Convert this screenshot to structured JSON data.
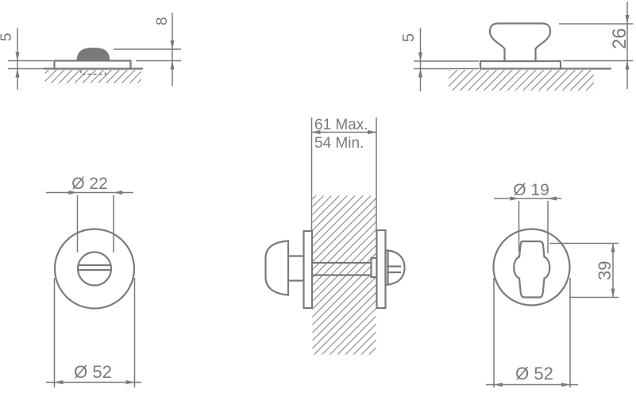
{
  "title": "Thumbturn and emergency release rose - dimensioned technical drawing",
  "colors": {
    "line": "#7a7a7a",
    "background": "#ffffff"
  },
  "views": {
    "release_side": {
      "name": "Emergency release side elevation",
      "label_thickness": "5",
      "label_height": "8"
    },
    "knob_side": {
      "name": "Thumbturn knob side elevation",
      "label_thickness": "5",
      "label_height": "26"
    },
    "release_front": {
      "name": "Emergency release front view",
      "label_hole": "Ø 22",
      "label_rose": "Ø 52"
    },
    "door_section": {
      "name": "Door cross-section with spindle",
      "label_max": "61 Max.",
      "label_min": "54 Min."
    },
    "thumbturn_front": {
      "name": "Thumbturn front view",
      "label_width": "Ø 19",
      "label_height": "39",
      "label_rose": "Ø 52"
    }
  }
}
